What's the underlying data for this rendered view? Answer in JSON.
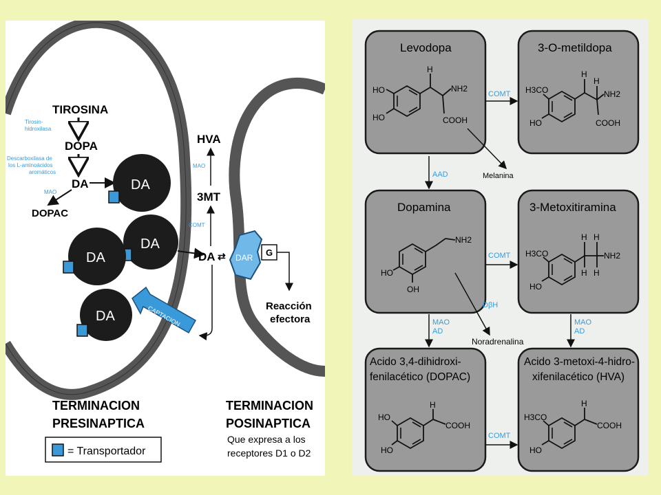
{
  "left": {
    "tirosina": "TIROSINA",
    "enzyme_th_1": "Tirosin-",
    "enzyme_th_2": "hidroxilasa",
    "dopa": "DOPA",
    "enzyme_aadc_1": "Descarboxilasa de",
    "enzyme_aadc_2": "los L-aminoácidos",
    "enzyme_aadc_3": "aromáticos",
    "da_cytosol": "DA",
    "mao": "MAO",
    "dopac": "DOPAC",
    "vesicle_label": "DA",
    "hva": "HVA",
    "mao_2": "MAO",
    "threemt": "3MT",
    "comt": "COMT",
    "da_synaptic": "DA",
    "dar": "DAR",
    "g": "G",
    "reaccion_1": "Reacción",
    "reaccion_2": "efectora",
    "captacion": "CAPTACION",
    "pre_1": "TERMINACION",
    "pre_2": "PRESINAPTICA",
    "legend": "= Transportador",
    "post_1": "TERMINACION",
    "post_2": "POSINAPTICA",
    "post_3": "Que expresa a los",
    "post_4": "receptores D1 o D2"
  },
  "right": {
    "levodopa": "Levodopa",
    "omet": "3-O-metildopa",
    "dopamina": "Dopamina",
    "metoxi": "3-Metoxitiramina",
    "dopac_1": "Acido 3,4-dihidroxi-",
    "dopac_2": "fenilacético (DOPAC)",
    "hva_1": "Acido 3-metoxi-4-hidro-",
    "hva_2": "xifenilacético (HVA)",
    "comt": "COMT",
    "aad": "AAD",
    "melanina": "Melanina",
    "mao": "MAO",
    "ad": "AD",
    "dbh": "DβH",
    "noradrenalina": "Noradrenalina",
    "ho": "HO",
    "oh": "OH",
    "h": "H",
    "nh2": "NH2",
    "cooh": "COOH",
    "h3co": "H3CO"
  },
  "colors": {
    "background": "#f2f5b8",
    "accent": "#3a9ad9",
    "vesicle": "#1c1c1c",
    "box": "#9a9a9a"
  }
}
